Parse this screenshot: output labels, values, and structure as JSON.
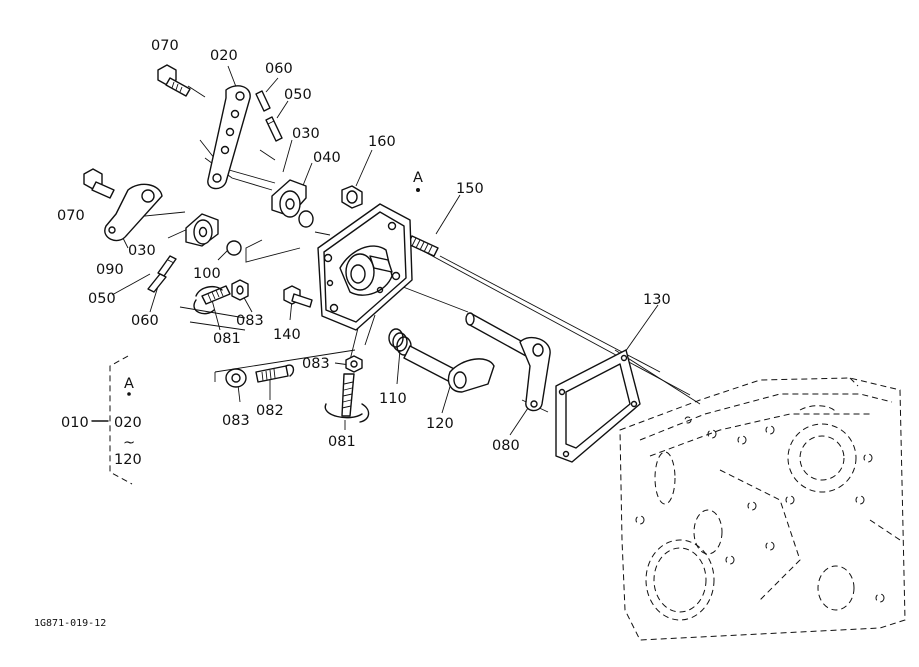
{
  "labels": {
    "p070a": "070",
    "p020": "020",
    "p060a": "060",
    "p050a": "050",
    "p030a": "030",
    "p040": "040",
    "p160": "160",
    "pA": "A",
    "p150": "150",
    "p070b": "070",
    "p030b": "030",
    "p090": "090",
    "p100": "100",
    "p050b": "050",
    "p060b": "060",
    "p081a": "081",
    "p083a": "083",
    "p140": "140",
    "p083b": "083",
    "p110": "110",
    "p120": "120",
    "p080": "080",
    "p130": "130",
    "p083c": "083",
    "p082": "082",
    "p081b": "081"
  },
  "legend": {
    "assembly": "010",
    "ref": "A",
    "from": "020",
    "tilde": "~",
    "to": "120"
  },
  "figure_code": "1G871-019-12"
}
